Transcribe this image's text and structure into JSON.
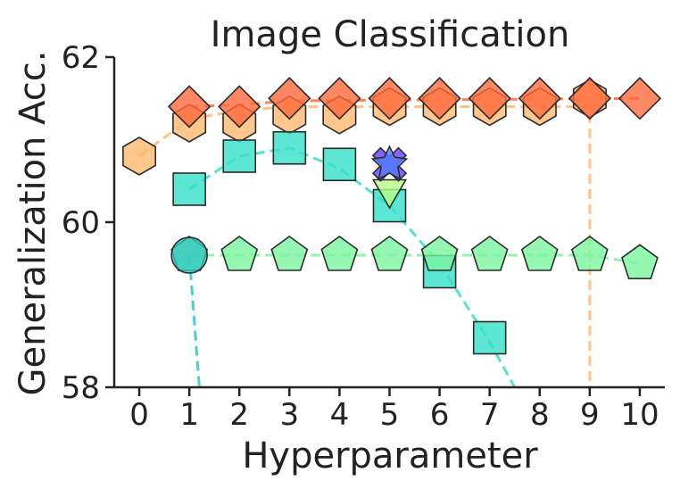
{
  "chart_data": {
    "type": "scatter",
    "title": "Image Classification",
    "xlabel": "Hyperparameter",
    "ylabel": "Generalization Acc.",
    "xlim": [
      -0.5,
      10.5
    ],
    "ylim": [
      58,
      62
    ],
    "xticks": [
      "0",
      "1",
      "2",
      "3",
      "4",
      "5",
      "6",
      "7",
      "8",
      "9",
      "10"
    ],
    "yticks": [
      "58",
      "60",
      "62"
    ],
    "grid": false,
    "series": [
      {
        "marker": "hexagon",
        "color": "#ffb870",
        "points": [
          [
            0,
            60.8
          ],
          [
            1,
            61.2
          ],
          [
            2,
            61.2
          ],
          [
            3,
            61.3
          ],
          [
            4,
            61.3
          ],
          [
            5,
            61.4
          ],
          [
            6,
            61.4
          ],
          [
            7,
            61.4
          ],
          [
            8,
            61.4
          ],
          [
            9,
            61.5
          ]
        ],
        "trend": [
          [
            0,
            60.8
          ],
          [
            1,
            61.25
          ],
          [
            2,
            61.35
          ],
          [
            3,
            61.4
          ],
          [
            4,
            61.4
          ],
          [
            9,
            61.4
          ],
          [
            9,
            58
          ]
        ]
      },
      {
        "marker": "diamond",
        "color": "#ff6a3d",
        "points": [
          [
            1,
            61.4
          ],
          [
            2,
            61.4
          ],
          [
            3,
            61.5
          ],
          [
            4,
            61.5
          ],
          [
            5,
            61.5
          ],
          [
            6,
            61.5
          ],
          [
            7,
            61.5
          ],
          [
            8,
            61.5
          ],
          [
            9,
            61.5
          ],
          [
            10,
            61.5
          ]
        ],
        "trend": [
          [
            1,
            61.4
          ],
          [
            2,
            61.42
          ],
          [
            3,
            61.47
          ],
          [
            10,
            61.5
          ]
        ]
      },
      {
        "marker": "square",
        "color": "#34e0c8",
        "points": [
          [
            1,
            60.4
          ],
          [
            2,
            60.8
          ],
          [
            3,
            60.9
          ],
          [
            4,
            60.7
          ],
          [
            5,
            60.2
          ],
          [
            6,
            59.4
          ],
          [
            7,
            58.6
          ]
        ],
        "trend": [
          [
            1,
            60.4
          ],
          [
            2,
            60.8
          ],
          [
            3,
            60.9
          ],
          [
            4,
            60.65
          ],
          [
            5,
            60.2
          ],
          [
            6,
            59.5
          ],
          [
            7,
            58.55
          ],
          [
            7.5,
            58
          ]
        ]
      },
      {
        "marker": "pentagon",
        "color": "#7cf5a0",
        "points": [
          [
            1,
            59.6
          ],
          [
            2,
            59.6
          ],
          [
            3,
            59.6
          ],
          [
            4,
            59.6
          ],
          [
            5,
            59.6
          ],
          [
            6,
            59.6
          ],
          [
            7,
            59.6
          ],
          [
            8,
            59.6
          ],
          [
            9,
            59.6
          ],
          [
            10,
            59.5
          ]
        ],
        "trend": [
          [
            1,
            59.6
          ],
          [
            9,
            59.6
          ],
          [
            10,
            59.5
          ]
        ]
      },
      {
        "marker": "circle",
        "color": "#2fc4c0",
        "points": [
          [
            1,
            59.6
          ]
        ],
        "trend": [
          [
            1,
            59.6
          ],
          [
            1.2,
            58
          ]
        ]
      },
      {
        "marker": "triangle-down",
        "color": "#b8ff8a",
        "points": [
          [
            5,
            60.4
          ]
        ],
        "trend": []
      },
      {
        "marker": "x",
        "color": "#6a3cff",
        "points": [
          [
            5,
            60.7
          ]
        ],
        "trend": []
      },
      {
        "marker": "star",
        "color": "#4f7dff",
        "points": [
          [
            5,
            60.7
          ]
        ],
        "trend": []
      }
    ]
  }
}
